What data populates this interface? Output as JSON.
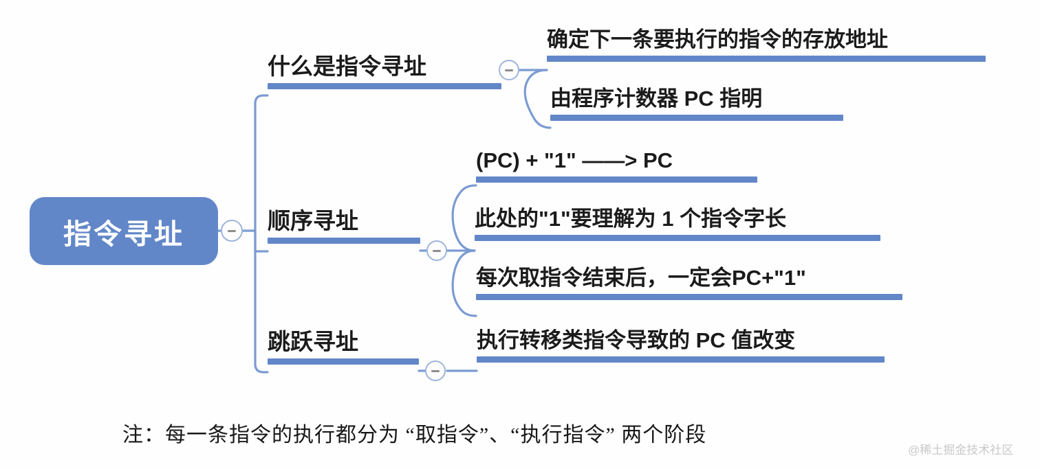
{
  "diagram": {
    "title": "指令寻址",
    "type": "mindmap",
    "colors": {
      "node_fill": "#6287c8",
      "bar": "#6287c8",
      "connector": "#7b9bd2",
      "toggle_border": "#9db4dd",
      "toggle_fill": "#fdfdfd",
      "minus": "#8d8d8d",
      "text": "#1b1b1b",
      "root_text": "#ffffff",
      "background": "#ffffff"
    },
    "root": {
      "label": "指令寻址",
      "toggle_icon": "minus-circle-icon",
      "expanded": true
    },
    "branches": [
      {
        "label": "什么是指令寻址",
        "toggle_icon": "minus-circle-icon",
        "expanded": true,
        "children": [
          {
            "label": "确定下一条要执行的指令的存放地址"
          },
          {
            "label": "由程序计数器 PC 指明"
          }
        ]
      },
      {
        "label": "顺序寻址",
        "toggle_icon": "minus-circle-icon",
        "expanded": true,
        "children": [
          {
            "label": "(PC) + \"1\" ——> PC"
          },
          {
            "label": "此处的\"1\"要理解为 1 个指令字长"
          },
          {
            "label": "每次取指令结束后，一定会PC+\"1\""
          }
        ]
      },
      {
        "label": "跳跃寻址",
        "toggle_icon": "minus-circle-icon",
        "expanded": true,
        "children": [
          {
            "label": "执行转移类指令导致的 PC 值改变"
          }
        ]
      }
    ],
    "footnote": "注：每一条指令的执行都分为 “取指令”、“执行指令” 两个阶段",
    "watermark": "@稀土掘金技术社区"
  }
}
